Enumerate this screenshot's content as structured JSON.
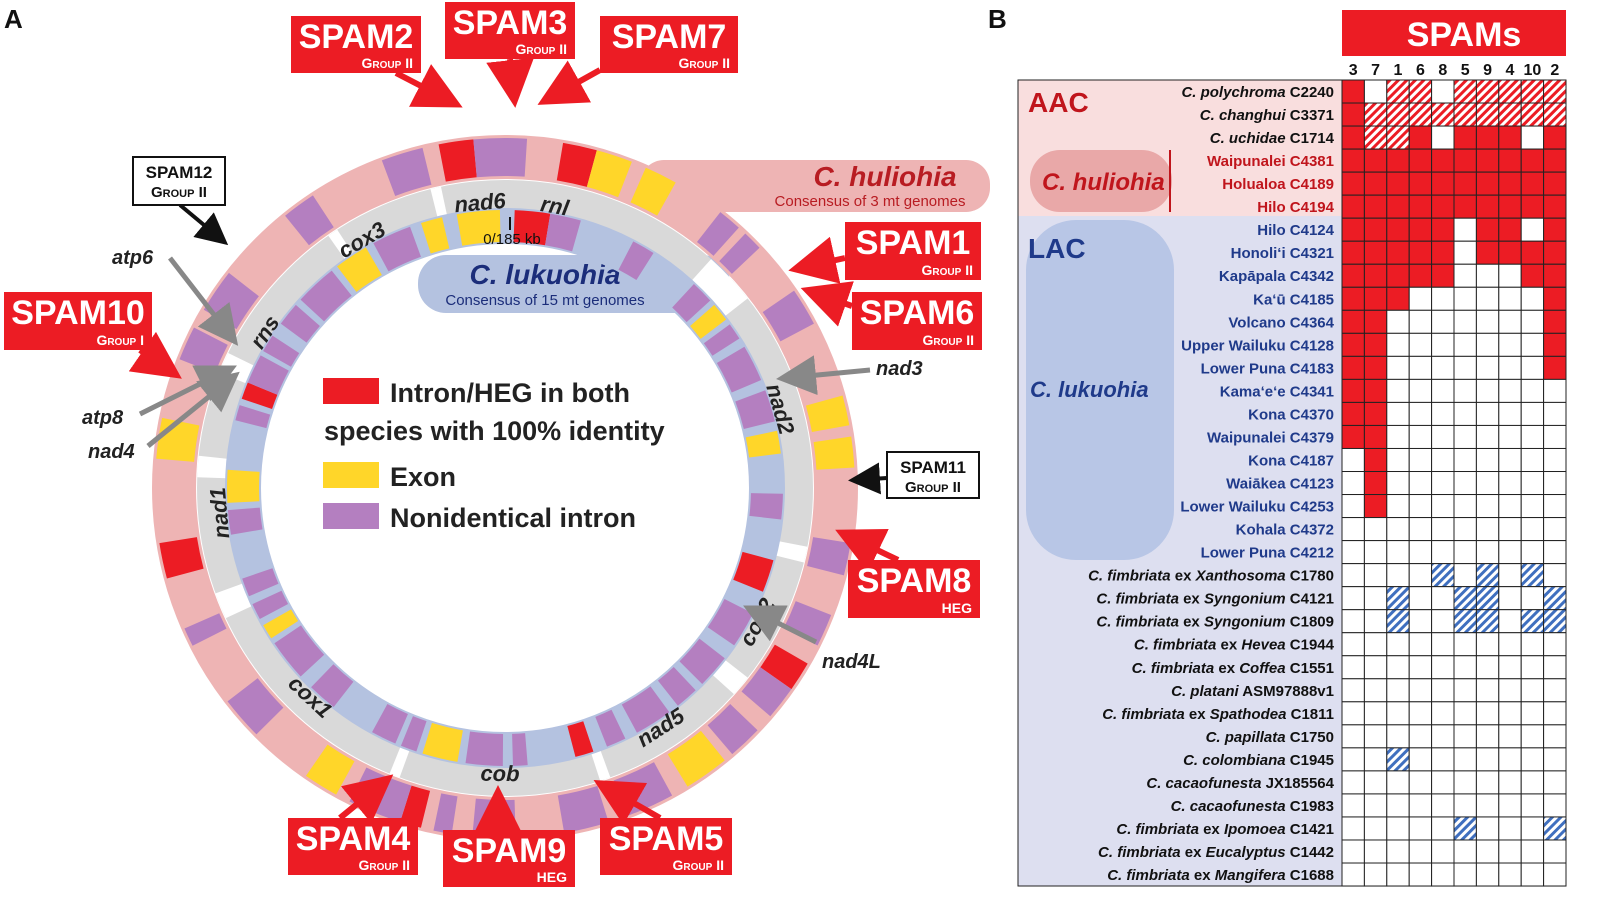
{
  "panel_a": {
    "panel_label": "A",
    "zero_mark": "0/185 kb",
    "species": [
      {
        "name": "C. huliohia",
        "sub": "Consensus of 3 mt genomes",
        "color": "#b81c22"
      },
      {
        "name": "C. lukuohia",
        "sub": "Consensus of 15 mt genomes",
        "color": "#1b2d7a"
      }
    ],
    "legend": [
      {
        "label": "Intron/HEG in both",
        "label2": "species with 100% identity",
        "color": "#ec1c24"
      },
      {
        "label": "Exon",
        "color": "#ffd629"
      },
      {
        "label": "Nonidentical intron",
        "color": "#b47fc0"
      }
    ],
    "genes": [
      "rnl",
      "nad2",
      "nad3",
      "cox2",
      "nad4L",
      "nad5",
      "cob",
      "cox1",
      "nad1",
      "nad4",
      "atp8",
      "atp6",
      "rns",
      "cox3",
      "nad6"
    ],
    "spams": [
      {
        "name": "SPAM1",
        "sub": "Group II"
      },
      {
        "name": "SPAM2",
        "sub": "Group II"
      },
      {
        "name": "SPAM3",
        "sub": "Group II"
      },
      {
        "name": "SPAM4",
        "sub": "Group II"
      },
      {
        "name": "SPAM5",
        "sub": "Group II"
      },
      {
        "name": "SPAM6",
        "sub": "Group II"
      },
      {
        "name": "SPAM7",
        "sub": "Group II"
      },
      {
        "name": "SPAM8",
        "sub": "HEG"
      },
      {
        "name": "SPAM9",
        "sub": "HEG"
      },
      {
        "name": "SPAM10",
        "sub": "Group I"
      },
      {
        "name": "SPAM11",
        "sub": "Group II"
      },
      {
        "name": "SPAM12",
        "sub": "Group II"
      }
    ],
    "colors": {
      "red": "#ec1c24",
      "yellow": "#ffd629",
      "purple": "#b47fc0",
      "outer_bg": "#eeb4b4",
      "inner_bg": "#b4c2e0",
      "gene_bg": "#d9d9d9"
    }
  },
  "panel_b": {
    "panel_label": "B",
    "header": "SPAMs",
    "columns": [
      "3",
      "7",
      "1",
      "6",
      "8",
      "5",
      "9",
      "4",
      "10",
      "2"
    ],
    "groups": [
      {
        "label": "AAC"
      },
      {
        "label": "C. huliohia"
      },
      {
        "label": "LAC"
      },
      {
        "label": "C. lukuohia"
      }
    ],
    "rows": [
      {
        "italic": "C. polychroma",
        "rest": " C2240",
        "color": "#111111",
        "cells": "RWHHWHHHHH"
      },
      {
        "italic": "C. changhui",
        "rest": " C3371",
        "color": "#111111",
        "cells": "RHHHHHHHHH"
      },
      {
        "italic": "C. uchidae",
        "rest": " C1714",
        "color": "#111111",
        "cells": "RHHRWRRRWR"
      },
      {
        "italic": "",
        "rest": "Waipunalei C4381",
        "color": "#c0151c",
        "cells": "RRRRRRRRRR"
      },
      {
        "italic": "",
        "rest": "Holualoa C4189",
        "color": "#c0151c",
        "cells": "RRRRRRRRRR"
      },
      {
        "italic": "",
        "rest": "Hilo C4194",
        "color": "#c0151c",
        "cells": "RRRRRRRRRR"
      },
      {
        "italic": "",
        "rest": "Hilo C4124",
        "color": "#1f3a8a",
        "cells": "RRRRRWRRWR"
      },
      {
        "italic": "",
        "rest": "Honoli‘i C4321",
        "color": "#1f3a8a",
        "cells": "RRRRRWRRRR"
      },
      {
        "italic": "",
        "rest": "Kapāpala C4342",
        "color": "#1f3a8a",
        "cells": "RRRRRWWWRR"
      },
      {
        "italic": "",
        "rest": "Ka‘ū C4185",
        "color": "#1f3a8a",
        "cells": "RRRWWWWWWR"
      },
      {
        "italic": "",
        "rest": "Volcano C4364",
        "color": "#1f3a8a",
        "cells": "RRWWWWWWWR"
      },
      {
        "italic": "",
        "rest": "Upper Wailuku C4128",
        "color": "#1f3a8a",
        "cells": "RRWWWWWWWR"
      },
      {
        "italic": "",
        "rest": "Lower Puna C4183",
        "color": "#1f3a8a",
        "cells": "RRWWWWWWWR"
      },
      {
        "italic": "",
        "rest": "Kama‘e‘e C4341",
        "color": "#1f3a8a",
        "cells": "RRWWWWWWWW"
      },
      {
        "italic": "",
        "rest": "Kona C4370",
        "color": "#1f3a8a",
        "cells": "RRWWWWWWWW"
      },
      {
        "italic": "",
        "rest": "Waipunalei C4379",
        "color": "#1f3a8a",
        "cells": "RRWWWWWWWW"
      },
      {
        "italic": "",
        "rest": "Kona C4187",
        "color": "#1f3a8a",
        "cells": "WRWWWWWWWW"
      },
      {
        "italic": "",
        "rest": "Waiākea C4123",
        "color": "#1f3a8a",
        "cells": "WRWWWWWWWW"
      },
      {
        "italic": "",
        "rest": "Lower Wailuku C4253",
        "color": "#1f3a8a",
        "cells": "WRWWWWWWWW"
      },
      {
        "italic": "",
        "rest": "Kohala C4372",
        "color": "#1f3a8a",
        "cells": "WWWWWWWWWW"
      },
      {
        "italic": "",
        "rest": "Lower Puna C4212",
        "color": "#1f3a8a",
        "cells": "WWWWWWWWWW"
      },
      {
        "italic": "C. fimbriata",
        "rest": " ex ",
        "italic2": "Xanthosoma",
        "rest2": " C1780",
        "color": "#111111",
        "cells": "WWWWBWBWBW"
      },
      {
        "italic": "C. fimbriata",
        "rest": " ex ",
        "italic2": "Syngonium",
        "rest2": " C4121",
        "color": "#111111",
        "cells": "WWBWWBBWWB"
      },
      {
        "italic": "C. fimbriata",
        "rest": " ex ",
        "italic2": "Syngonium",
        "rest2": " C1809",
        "color": "#111111",
        "cells": "WWBWWBBWBB"
      },
      {
        "italic": "C. fimbriata",
        "rest": " ex ",
        "italic2": "Hevea",
        "rest2": " C1944",
        "color": "#111111",
        "cells": "WWWWWWWWWW"
      },
      {
        "italic": "C. fimbriata",
        "rest": " ex ",
        "italic2": "Coffea",
        "rest2": " C1551",
        "color": "#111111",
        "cells": "WWWWWWWWWW"
      },
      {
        "italic": "C. platani",
        "rest": " ASM97888v1",
        "color": "#111111",
        "cells": "WWWWWWWWWW"
      },
      {
        "italic": "C. fimbriata",
        "rest": " ex ",
        "italic2": "Spathodea",
        "rest2": " C1811",
        "color": "#111111",
        "cells": "WWWWWWWWWW"
      },
      {
        "italic": "C. papillata",
        "rest": " C1750",
        "color": "#111111",
        "cells": "WWWWWWWWWW"
      },
      {
        "italic": "C. colombiana",
        "rest": " C1945",
        "color": "#111111",
        "cells": "WWBWWWWWWW"
      },
      {
        "italic": "C. cacaofunesta",
        "rest": " JX185564",
        "color": "#111111",
        "cells": "WWWWWWWWWW"
      },
      {
        "italic": "C. cacaofunesta",
        "rest": " C1983",
        "color": "#111111",
        "cells": "WWWWWWWWWW"
      },
      {
        "italic": "C. fimbriata",
        "rest": " ex ",
        "italic2": "Ipomoea",
        "rest2": " C1421",
        "color": "#111111",
        "cells": "WWWWWBWWWB"
      },
      {
        "italic": "C. fimbriata",
        "rest": " ex ",
        "italic2": "Eucalyptus",
        "rest2": " C1442",
        "color": "#111111",
        "cells": "WWWWWWWWWW"
      },
      {
        "italic": "C. fimbriata",
        "rest": " ex ",
        "italic2": "Mangifera",
        "rest2": " C1688",
        "color": "#111111",
        "cells": "WWWWWWWWWW"
      }
    ],
    "colors": {
      "red": "#ec1c24",
      "hatch_red": "#ec1c24",
      "hatch_blue": "#3f6fbf",
      "aac_bg": "#f9dede",
      "lac_bg": "#dddff0",
      "huliohia_pill": "#e9a8a8",
      "lukuohia_pill": "#b8c6e6",
      "header_bg": "#ec1c24"
    }
  }
}
